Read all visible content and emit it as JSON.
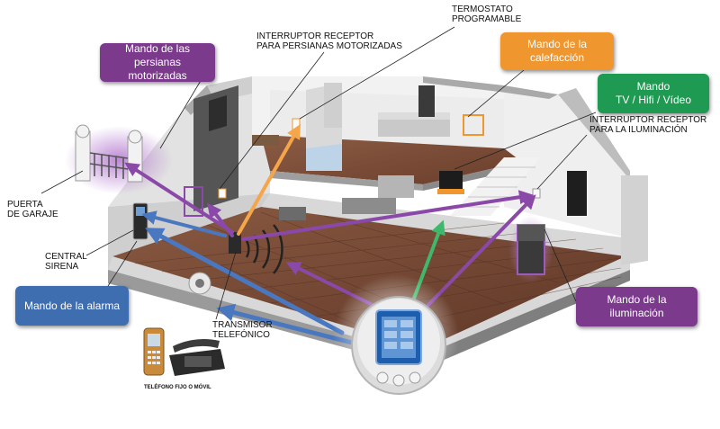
{
  "colors": {
    "purple": "#7b3a8c",
    "orange": "#f0962e",
    "green": "#1f9a52",
    "blue": "#3e6db0",
    "blue_arrow": "#4a78c0",
    "orange_arrow": "#f5a54a",
    "green_arrow": "#40b86b",
    "purple_arrow": "#8a48a8",
    "floor": "#7a4a34",
    "wall": "#e9e9e9",
    "roof": "#bfbfbf"
  },
  "callouts": {
    "persianas": {
      "line1": "Mando de las",
      "line2": "persianas motorizadas"
    },
    "calefaccion": {
      "line1": "Mando de la",
      "line2": "calefacción"
    },
    "tv": {
      "line1": "Mando",
      "line2": "TV / Hifi / Vídeo"
    },
    "alarma": {
      "line1": "Mando de la alarma"
    },
    "iluminacion": {
      "line1": "Mando de la iluminación"
    }
  },
  "labels": {
    "termostato": {
      "line1": "TERMOSTATO",
      "line2": "PROGRAMABLE"
    },
    "interruptor_persianas": {
      "line1": "INTERRUPTOR RECEPTOR",
      "line2": "PARA PERSIANAS MOTORIZADAS"
    },
    "interruptor_iluminacion": {
      "line1": "INTERRUPTOR RECEPTOR",
      "line2": "PARA LA ILUMINACIÓN"
    },
    "garaje": {
      "line1": "PUERTA",
      "line2": "DE GARAJE"
    },
    "central": {
      "line1": "CENTRAL",
      "line2": "SIRENA"
    },
    "transmisor": {
      "line1": "TRANSMISOR",
      "line2": "TELEFÓNICO"
    },
    "telefono": "TELÉFONO FIJO O MÓVIL"
  },
  "icons": [
    "remote-control-icon",
    "mobile-phone-icon",
    "desk-phone-icon",
    "garage-door-icon",
    "alarm-central-icon",
    "telephone-transmitter-icon",
    "thermostat-icon",
    "light-switch-icon",
    "window-blind-icon"
  ]
}
